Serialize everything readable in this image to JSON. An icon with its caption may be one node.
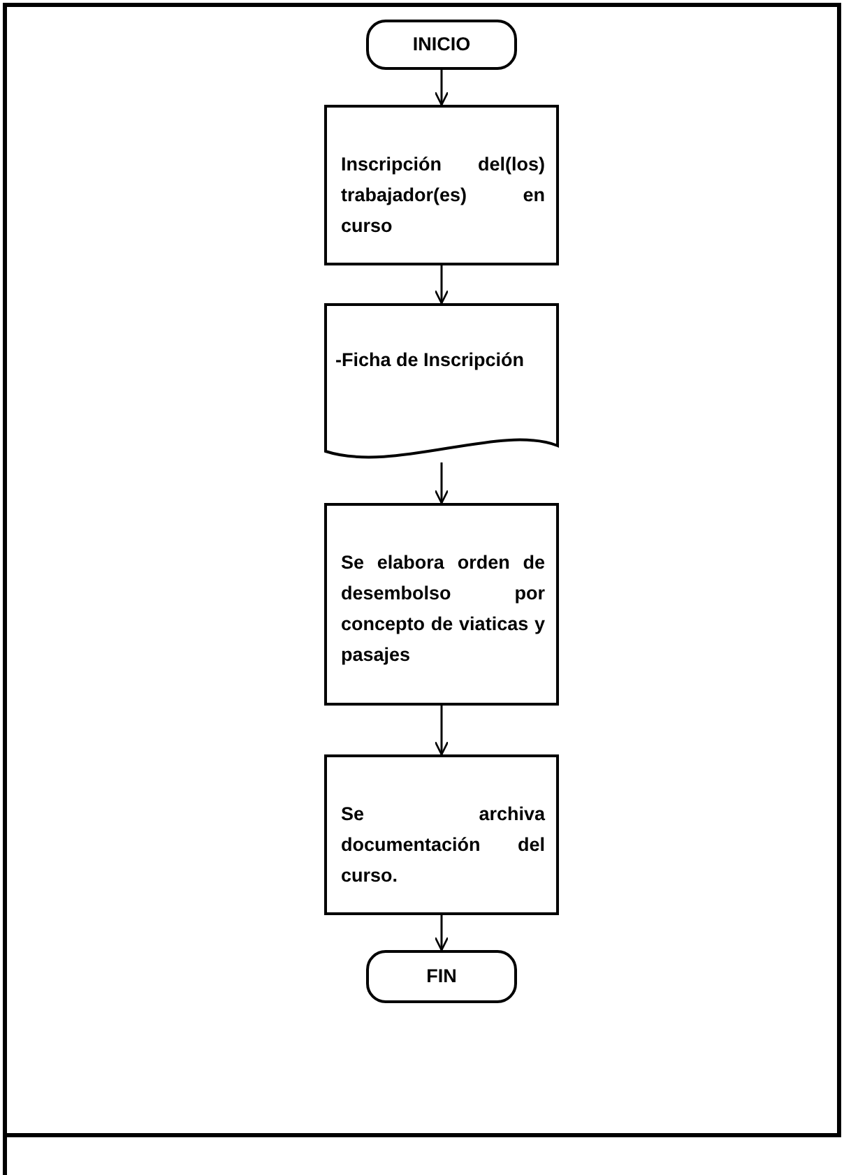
{
  "diagram": {
    "nodes": [
      {
        "text": [
          "INICIO"
        ]
      },
      {
        "text": [
          "Inscripción del(los) trabajador(es) en curso"
        ]
      },
      {
        "text": [
          "-Ficha de Inscripción"
        ]
      },
      {
        "text": [
          "Se elabora orden de desembolso por concepto de viaticas y pasajes"
        ]
      },
      {
        "text": [
          "Se archiva documentación del curso."
        ]
      },
      {
        "text": [
          "FIN"
        ]
      }
    ],
    "edges": [
      {
        "from": 0,
        "to": 1,
        "arrow": "to"
      },
      {
        "from": 1,
        "to": 2,
        "arrow": "to"
      },
      {
        "from": 2,
        "to": 3,
        "arrow": "to"
      },
      {
        "from": 3,
        "to": 4,
        "arrow": "to"
      },
      {
        "from": 4,
        "to": 5,
        "arrow": "to"
      }
    ]
  }
}
